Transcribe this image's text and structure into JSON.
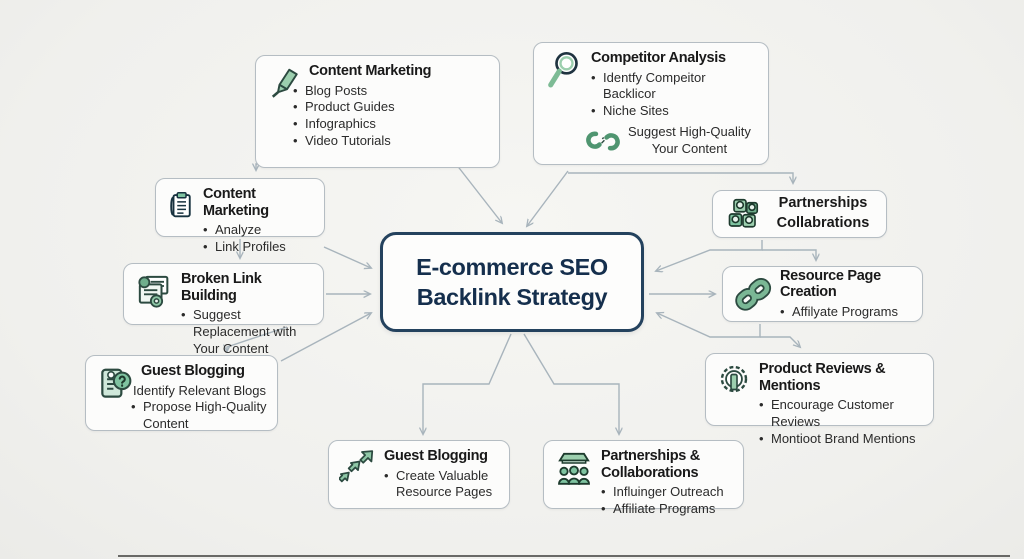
{
  "diagram_title": "E-commerce SEO Backlink Strategy",
  "colors": {
    "background": "#f2f2ef",
    "box_border": "#b5bdc3",
    "center_border": "#24425e",
    "center_text": "#152f4d",
    "arrow": "#a8b4bc",
    "icon_green": "#8ec7a6",
    "icon_green_dark": "#2c4a40"
  },
  "center": {
    "line1": "E-commerce SEO",
    "line2": "Backlink Strategy"
  },
  "nodes": {
    "content_marketing_top": {
      "icon": "pencil-icon",
      "title": "Content Marketing",
      "items": [
        "Blog Posts",
        "Product Guides",
        "Infographics",
        "Video Tutorials"
      ]
    },
    "competitor_analysis": {
      "icon": "magnifier-icon",
      "title": "Competitor Analysis",
      "items": [
        "Identfy Compeitor Backlicor",
        "Niche Sites"
      ],
      "sub_icon": "broken-chain-icon",
      "sub_lines": [
        "Suggest High-Quality",
        "Your Content"
      ]
    },
    "content_marketing_left": {
      "icon": "clipboard-icon",
      "title": "Content Marketing",
      "items": [
        "Analyze",
        "Link Profiles"
      ]
    },
    "broken_link_building": {
      "icon": "broken-page-icon",
      "title": "Broken Link Building",
      "items": [
        "Suggest Replacement with Your Content"
      ]
    },
    "guest_blogging_left": {
      "icon": "tablet-question-icon",
      "title": "Guest Blogging",
      "items": [
        "Identify Relevant Blogs",
        "Propose High-Quality Content"
      ]
    },
    "partnerships_top": {
      "icon": "team-grid-icon",
      "title_lines": [
        "Partnerships",
        "Collabrations"
      ]
    },
    "resource_page_creation": {
      "icon": "chain-link-icon",
      "title": "Resource Page Creation",
      "items": [
        "Affilyate Programs"
      ]
    },
    "product_reviews_mentions": {
      "icon": "award-badge-icon",
      "title": "Product Reviews & Mentions",
      "items": [
        "Encourage Customer Reviews",
        "Montioot Brand Mentions"
      ]
    },
    "guest_blogging_bottom": {
      "icon": "arrows-icon",
      "title": "Guest Blogging",
      "items": [
        "Create Valuable Resource Pages"
      ]
    },
    "partnerships_collaborations_bottom": {
      "icon": "people-group-icon",
      "title": "Partnerships & Collaborations",
      "items": [
        "Influinger Outreach",
        "Affiliate Programs"
      ]
    }
  }
}
